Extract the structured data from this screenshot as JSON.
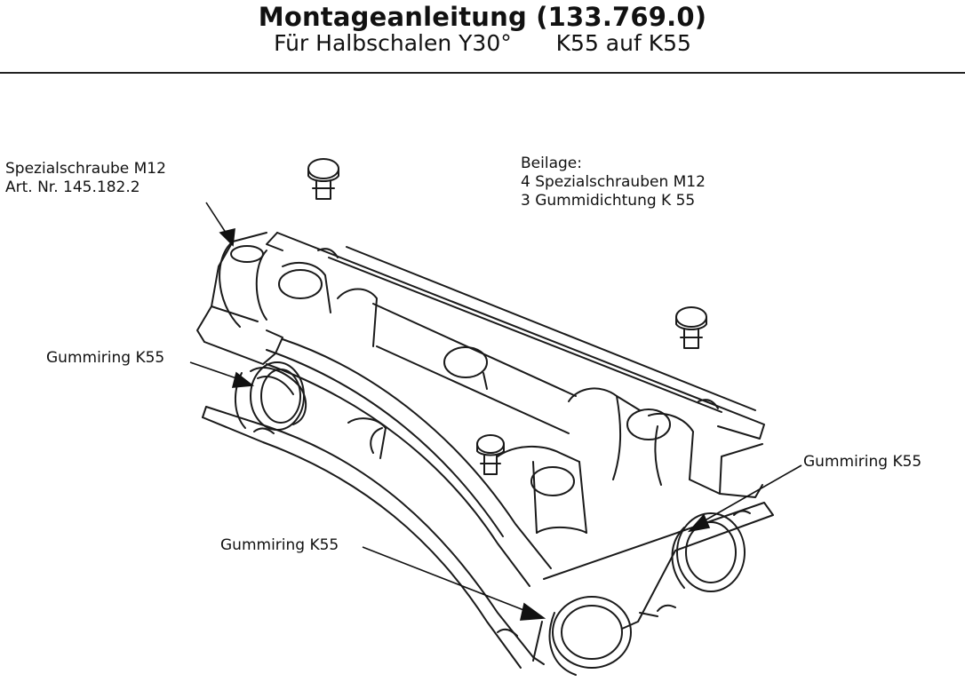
{
  "header": {
    "title": "Montageanleitung (133.769.0)",
    "subtitle_part1": "Für Halbschalen Y30°",
    "subtitle_part2": "K55 auf K55"
  },
  "labels": {
    "screw_name": "Spezialschraube M12",
    "screw_article": "Art. Nr. 145.182.2",
    "enclosure_title": "Beilage:",
    "enclosure_item1": "4 Spezialschrauben M12",
    "enclosure_item2": "3 Gummidichtung K 55",
    "ring_left": "Gummiring K55",
    "ring_right": "Gummiring K55",
    "ring_bottom": "Gummiring K55"
  }
}
